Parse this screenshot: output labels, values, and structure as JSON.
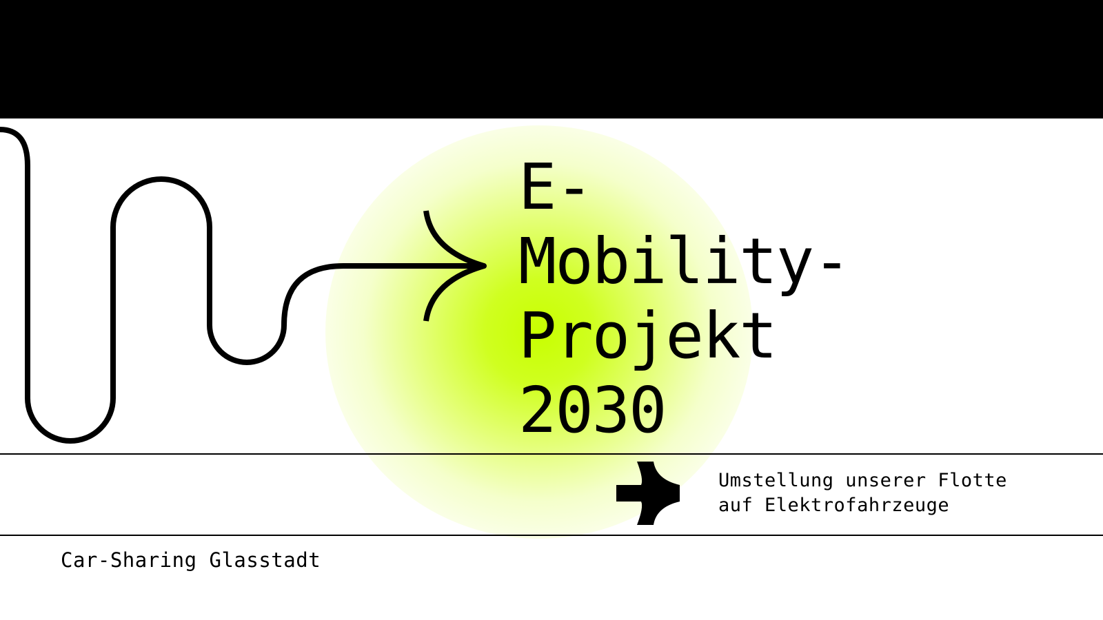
{
  "slide": {
    "title": "E-\nMobility-\nProjekt\n2030",
    "subtitle": "Umstellung unserer Flotte\nauf Elektrofahrzeuge",
    "organization": "Car-Sharing Glasstadt"
  },
  "graphics": {
    "path_arrow": "winding-path-arrow-icon",
    "brand_mark": "arrow-logo-icon",
    "glow": "radial-glow"
  },
  "colors": {
    "background": "#ffffff",
    "band": "#000000",
    "ink": "#000000",
    "accent": "#c8ff00"
  }
}
